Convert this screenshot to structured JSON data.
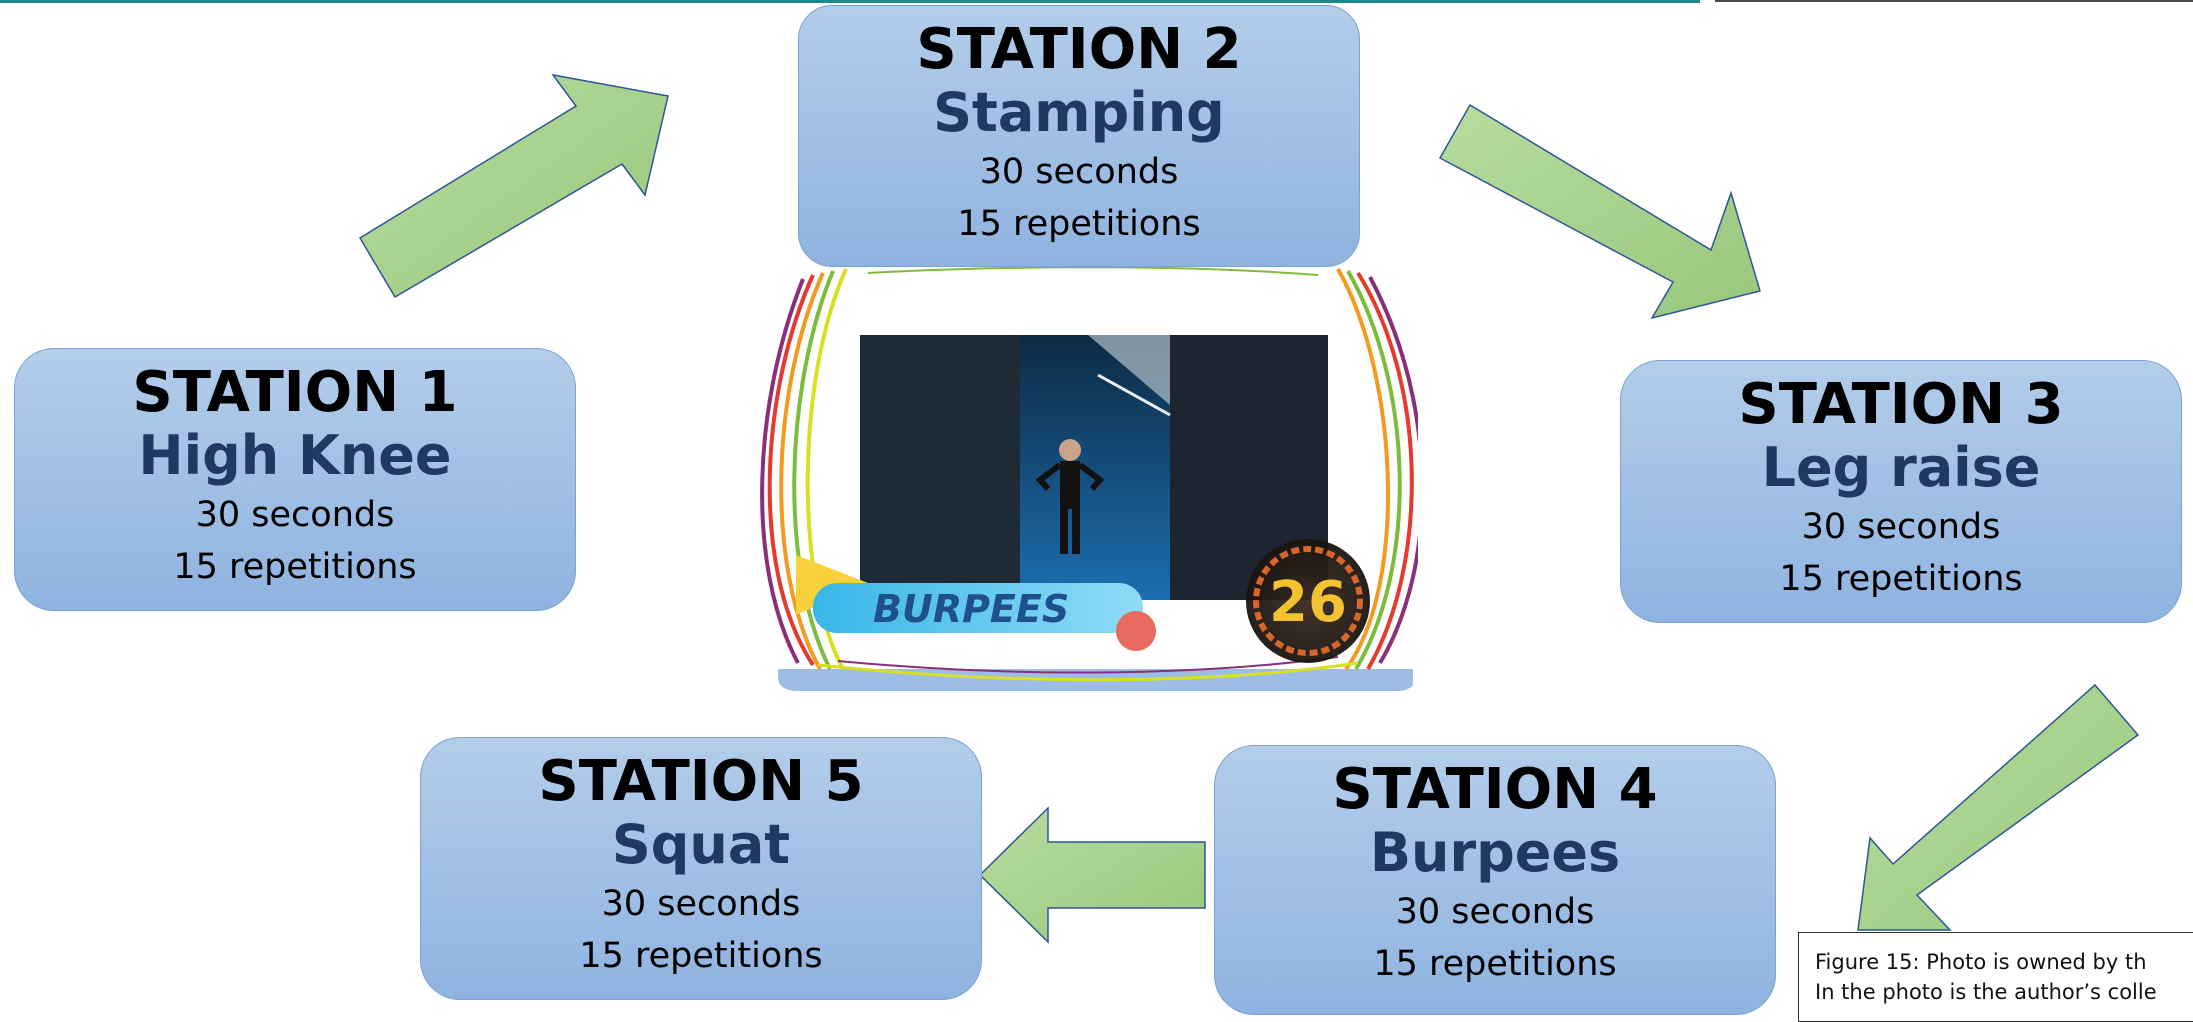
{
  "stations": [
    {
      "title": "STATION 1",
      "name": "High Knee",
      "duration": "30 seconds",
      "reps": "15 repetitions"
    },
    {
      "title": "STATION 2",
      "name": "Stamping",
      "duration": "30 seconds",
      "reps": "15 repetitions"
    },
    {
      "title": "STATION 3",
      "name": "Leg raise",
      "duration": "30 seconds",
      "reps": "15 repetitions"
    },
    {
      "title": "STATION 4",
      "name": "Burpees",
      "duration": "30 seconds",
      "reps": "15 repetitions"
    },
    {
      "title": "STATION 5",
      "name": "Squat",
      "duration": "30 seconds",
      "reps": "15 repetitions"
    }
  ],
  "photo": {
    "banner_text": "BURPEES",
    "timer_value": "26"
  },
  "caption": {
    "line1": "Figure 15: Photo is owned by th",
    "line2": "In the photo is the author’s colle"
  },
  "colors": {
    "station_fill": "#9dbde5",
    "station_name": "#1f3864",
    "arrow_fill": "#a9d18e",
    "arrow_stroke": "#2f5597"
  }
}
